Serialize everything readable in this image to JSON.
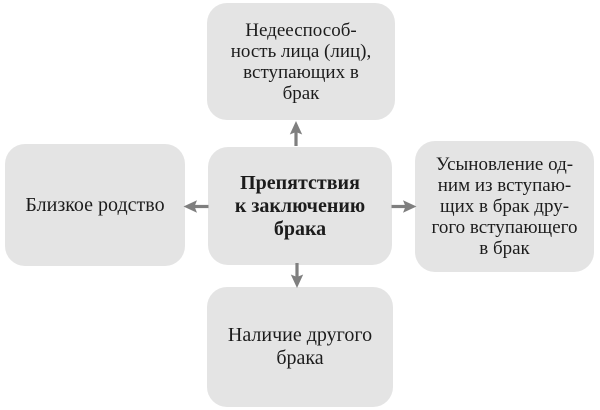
{
  "colors": {
    "background": "#ffffff",
    "box_fill": "#e4e4e4",
    "text": "#1c1c1c",
    "arrow": "#7f7f7f"
  },
  "boxes": {
    "center": {
      "lines": [
        "Препятствия",
        "к заключению",
        "брака"
      ]
    },
    "top": {
      "lines": [
        "Недееспособ-",
        "ность лица (лиц),",
        "вступающих в",
        "брак"
      ]
    },
    "left": {
      "lines": [
        "Близкое родство"
      ]
    },
    "right": {
      "lines": [
        "Усыновление од-",
        "ним из вступаю-",
        "щих в брак дру-",
        "гого вступающего",
        "в брак"
      ]
    },
    "bottom": {
      "lines": [
        "Наличие другого",
        "брака"
      ]
    }
  },
  "icons": {
    "arrow_up": "↑",
    "arrow_down": "↓",
    "arrow_left": "←",
    "arrow_right": "→"
  }
}
